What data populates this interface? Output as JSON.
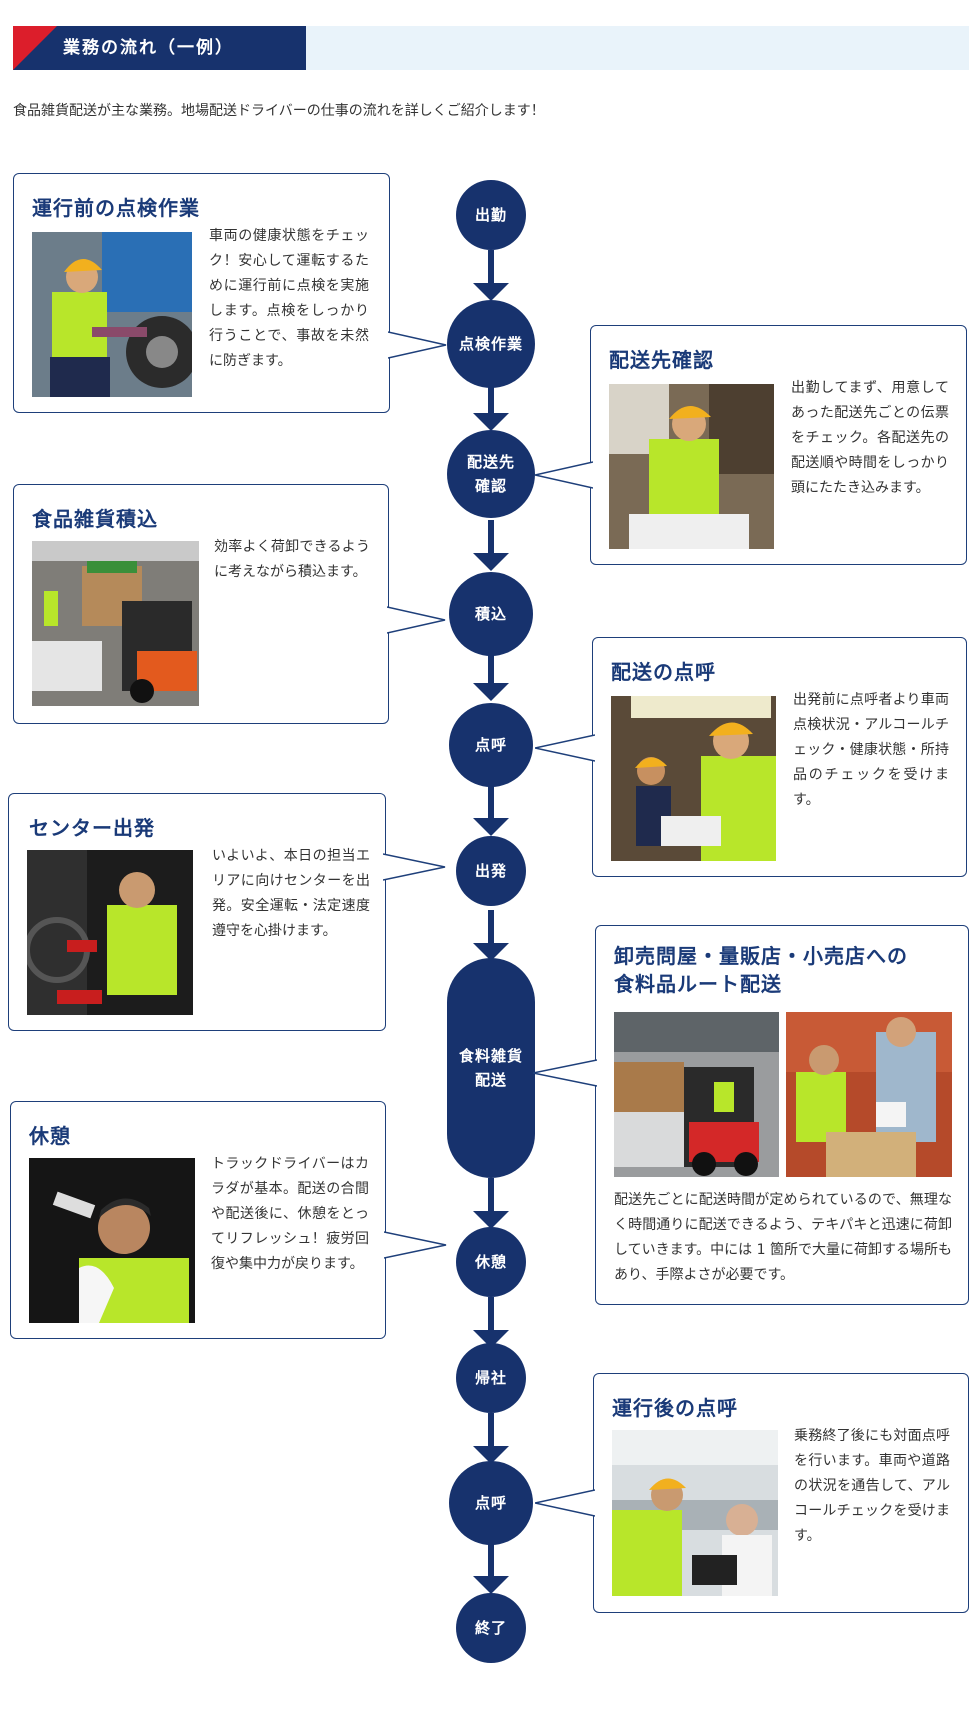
{
  "header": {
    "title": "業務の流れ（一例）"
  },
  "intro": "食品雑貨配送が主な業務。地場配送ドライバーの仕事の流れを詳しくご紹介します！",
  "flow": {
    "steps": [
      {
        "label": "出勤"
      },
      {
        "label": "点検作業"
      },
      {
        "label": "配送先\n確認"
      },
      {
        "label": "積込"
      },
      {
        "label": "点呼"
      },
      {
        "label": "出発"
      },
      {
        "label": "食料雑貨\n配送"
      },
      {
        "label": "休憩"
      },
      {
        "label": "帰社"
      },
      {
        "label": "点呼"
      },
      {
        "label": "終了"
      }
    ]
  },
  "cards": {
    "inspection": {
      "title": "運行前の点検作業",
      "text": "車両の健康状態をチェック！安心して運転するために運行前に点検を実施します。点検をしっかり行うことで、事故を未然に防ぎます。"
    },
    "destination": {
      "title": "配送先確認",
      "text": "出勤してまず、用意してあった配送先ごとの伝票をチェック。各配送先の配送順や時間をしっかり頭にたたき込みます。"
    },
    "loading": {
      "title": "食品雑貨積込",
      "text": "効率よく荷卸できるように考えながら積込ます。"
    },
    "rollcall": {
      "title": "配送の点呼",
      "text": "出発前に点呼者より車両点検状況・アルコールチェック・健康状態・所持品のチェックを受けます。"
    },
    "departure": {
      "title": "センター出発",
      "text": "いよいよ、本日の担当エリアに向けセンターを出発。安全運転・法定速度遵守を心掛けます。"
    },
    "delivery": {
      "title_line1": "卸売問屋・量販店・小売店への",
      "title_line2": "食料品ルート配送",
      "text": "配送先ごとに配送時間が定められているので、無理なく時間通りに配送できるよう、テキパキと迅速に荷卸していきます。中には 1 箇所で大量に荷卸する場所もあり、手際よさが必要です。"
    },
    "rest": {
      "title": "休憩",
      "text": "トラックドライバーはカラダが基本。配送の合間や配送後に、休憩をとってリフレッシュ！疲労回復や集中力が戻ります。"
    },
    "after": {
      "title": "運行後の点呼",
      "text": "乗務終了後にも対面点呼を行います。車両や道路の状況を通告して、アルコールチェックを受けます。"
    }
  },
  "colors": {
    "navy": "#17326d",
    "red": "#dc1e2b",
    "header_bg": "#e9f3fa",
    "uniform_green": "#b8e62a",
    "helmet_yellow": "#f2b01e"
  }
}
